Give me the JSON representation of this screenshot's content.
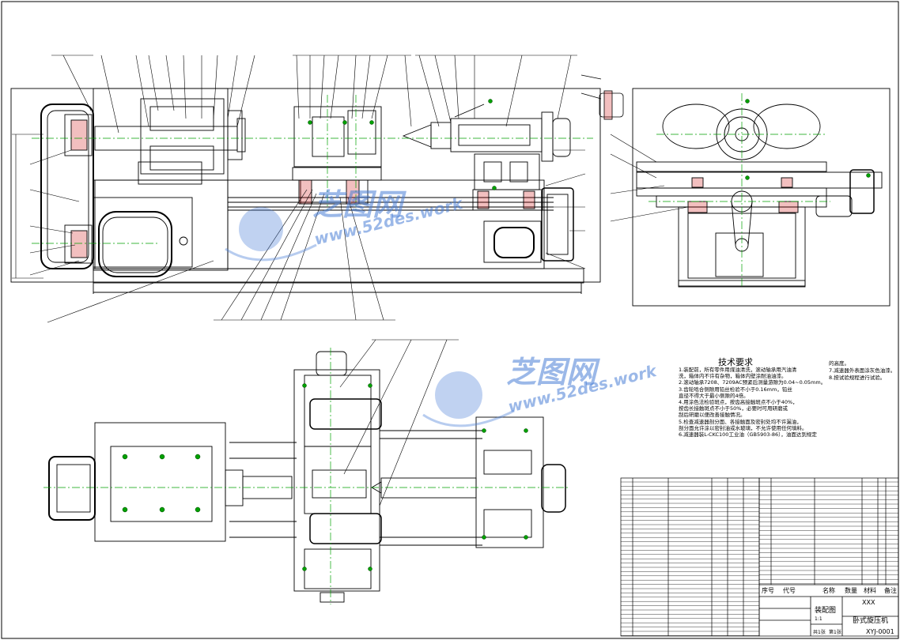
{
  "drawing": {
    "tech_title": "技术要求",
    "tech_requirements": [
      "1.装配前，所有零件用煤油清洗，滚动轴承用汽油清",
      "洗，箱体内不许有杂物，箱体内壁涂耐油油漆。",
      "2.滚动轴承7208、7209AC预紧后测量游隙为0.04~0.05mm。",
      "3.齿轮啮合侧隙用铅丝检验不小于0.16mm，铅丝",
      "直径不得大于最小侧隙的4倍。",
      "4.用涂色法检验斑点，按齿高接触斑点不小于40%，",
      "按齿长接触斑点不小于50%，必要时可用研磨或",
      "刮后研磨以便改善接触情况。",
      "5.检查减速器剖分面、各接触面及密封处均不许漏油，",
      "剖分面允许涂以密封油或水玻璃，不允许使用任何填料。",
      "6.减速器装L-CKC100工业油（GB5903-86），油面达到规定"
    ],
    "tech_requirements_right": [
      "的高度。",
      "7.减速器外表面涂灰色油漆。",
      "8.按试验规程进行试验。"
    ],
    "title_block": {
      "col_no": "序号",
      "col_code": "代号",
      "col_name": "名称",
      "col_qty": "数量",
      "col_material": "材料",
      "col_note": "备注",
      "assembly": "装配图",
      "company": "XXX",
      "product": "卧式旋压机",
      "drawing_no": "XYJ-0001",
      "sheet_total": "共1张",
      "sheet_no": "第1张",
      "scale": "1:1"
    },
    "watermark": {
      "brand": "芝图网",
      "url": "www.52des.work"
    },
    "colors": {
      "outline": "#000000",
      "center_line": "#00a000",
      "hatch": "#cc0000",
      "watermark": "#4a7fd6"
    }
  }
}
